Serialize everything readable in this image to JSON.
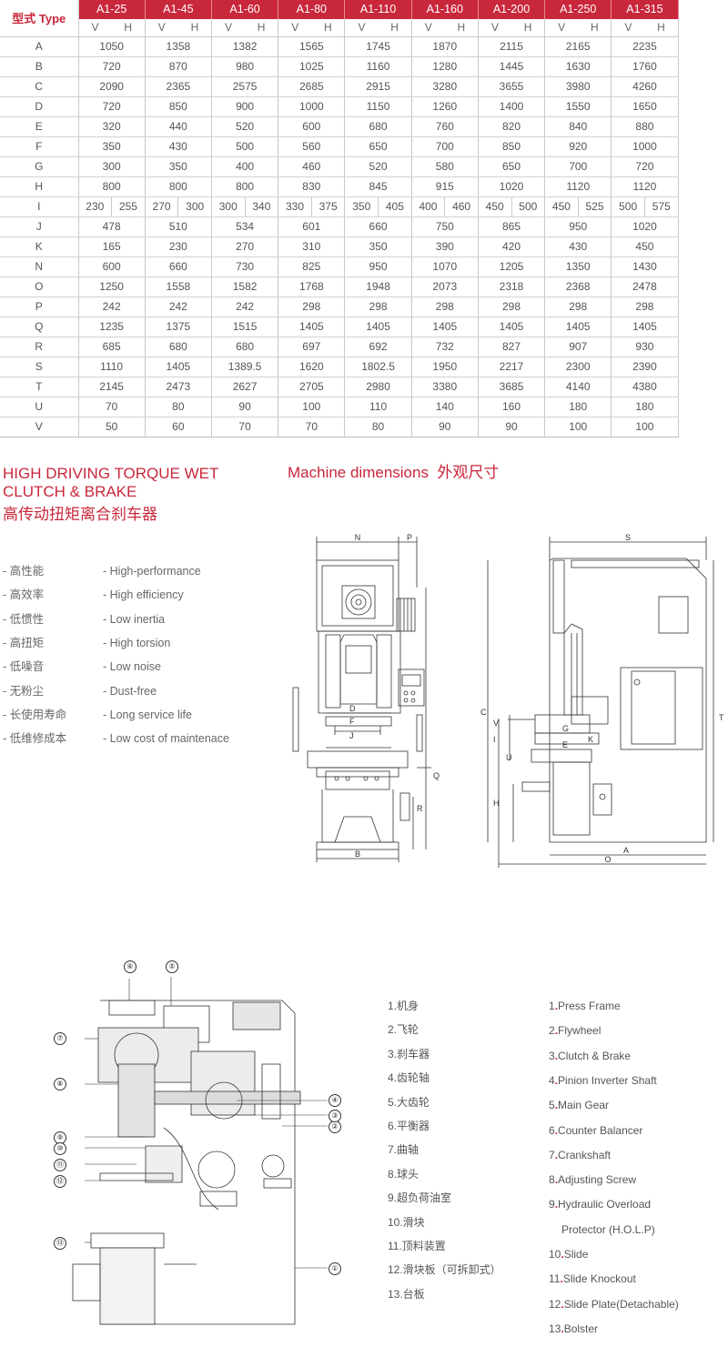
{
  "table": {
    "type_label": "型式 Type",
    "models": [
      "A1-25",
      "A1-45",
      "A1-60",
      "A1-80",
      "A1-110",
      "A1-160",
      "A1-200",
      "A1-250",
      "A1-315"
    ],
    "sub_headers": [
      "V",
      "H"
    ],
    "rows": [
      {
        "label": "A",
        "values": [
          "1050",
          "1358",
          "1382",
          "1565",
          "1745",
          "1870",
          "2115",
          "2165",
          "2235"
        ]
      },
      {
        "label": "B",
        "values": [
          "720",
          "870",
          "980",
          "1025",
          "1160",
          "1280",
          "1445",
          "1630",
          "1760"
        ]
      },
      {
        "label": "C",
        "values": [
          "2090",
          "2365",
          "2575",
          "2685",
          "2915",
          "3280",
          "3655",
          "3980",
          "4260"
        ]
      },
      {
        "label": "D",
        "values": [
          "720",
          "850",
          "900",
          "1000",
          "1150",
          "1260",
          "1400",
          "1550",
          "1650"
        ]
      },
      {
        "label": "E",
        "values": [
          "320",
          "440",
          "520",
          "600",
          "680",
          "760",
          "820",
          "840",
          "880"
        ]
      },
      {
        "label": "F",
        "values": [
          "350",
          "430",
          "500",
          "560",
          "650",
          "700",
          "850",
          "920",
          "1000"
        ]
      },
      {
        "label": "G",
        "values": [
          "300",
          "350",
          "400",
          "460",
          "520",
          "580",
          "650",
          "700",
          "720"
        ]
      },
      {
        "label": "H",
        "values": [
          "800",
          "800",
          "800",
          "830",
          "845",
          "915",
          "1020",
          "1120",
          "1120"
        ]
      },
      {
        "label": "I",
        "split": true,
        "values": [
          [
            "230",
            "255"
          ],
          [
            "270",
            "300"
          ],
          [
            "300",
            "340"
          ],
          [
            "330",
            "375"
          ],
          [
            "350",
            "405"
          ],
          [
            "400",
            "460"
          ],
          [
            "450",
            "500"
          ],
          [
            "450",
            "525"
          ],
          [
            "500",
            "575"
          ]
        ]
      },
      {
        "label": "J",
        "values": [
          "478",
          "510",
          "534",
          "601",
          "660",
          "750",
          "865",
          "950",
          "1020"
        ]
      },
      {
        "label": "K",
        "values": [
          "165",
          "230",
          "270",
          "310",
          "350",
          "390",
          "420",
          "430",
          "450"
        ]
      },
      {
        "label": "N",
        "values": [
          "600",
          "660",
          "730",
          "825",
          "950",
          "1070",
          "1205",
          "1350",
          "1430"
        ]
      },
      {
        "label": "O",
        "values": [
          "1250",
          "1558",
          "1582",
          "1768",
          "1948",
          "2073",
          "2318",
          "2368",
          "2478"
        ]
      },
      {
        "label": "P",
        "values": [
          "242",
          "242",
          "242",
          "298",
          "298",
          "298",
          "298",
          "298",
          "298"
        ]
      },
      {
        "label": "Q",
        "values": [
          "1235",
          "1375",
          "1515",
          "1405",
          "1405",
          "1405",
          "1405",
          "1405",
          "1405"
        ]
      },
      {
        "label": "R",
        "values": [
          "685",
          "680",
          "680",
          "697",
          "692",
          "732",
          "827",
          "907",
          "930"
        ]
      },
      {
        "label": "S",
        "values": [
          "1110",
          "1405",
          "1389.5",
          "1620",
          "1802.5",
          "1950",
          "2217",
          "2300",
          "2390"
        ]
      },
      {
        "label": "T",
        "values": [
          "2145",
          "2473",
          "2627",
          "2705",
          "2980",
          "3380",
          "3685",
          "4140",
          "4380"
        ]
      },
      {
        "label": "U",
        "values": [
          "70",
          "80",
          "90",
          "100",
          "110",
          "140",
          "160",
          "180",
          "180"
        ]
      },
      {
        "label": "V",
        "values": [
          "50",
          "60",
          "70",
          "70",
          "80",
          "90",
          "90",
          "100",
          "100"
        ]
      }
    ]
  },
  "clutch": {
    "title": "HIGH DRIVING TORQUE WET CLUTCH & BRAKE",
    "title_cn": "高传动扭矩离合刹车器",
    "features": [
      {
        "cn": "高性能",
        "en": "High-performance"
      },
      {
        "cn": "高效率",
        "en": "High efficiency"
      },
      {
        "cn": "低惯性",
        "en": "Low inertia"
      },
      {
        "cn": "高扭矩",
        "en": "High torsion"
      },
      {
        "cn": "低噪音",
        "en": "Low noise"
      },
      {
        "cn": "无粉尘",
        "en": "Dust-free"
      },
      {
        "cn": "长使用寿命",
        "en": "Long service life"
      },
      {
        "cn": "低维修成本",
        "en": "Low cost of maintenace"
      }
    ]
  },
  "dimensions": {
    "title": "Machine dimensions",
    "title_cn": "外观尺寸",
    "front_labels": [
      "N",
      "P",
      "D",
      "F",
      "J",
      "Q",
      "R",
      "B"
    ],
    "side_labels": [
      "S",
      "C",
      "V",
      "I",
      "U",
      "H",
      "G",
      "K",
      "E",
      "A",
      "O",
      "T"
    ]
  },
  "parts": {
    "cn": [
      "1.机身",
      "2.飞轮",
      "3.刹车器",
      "4.齿轮轴",
      "5.大齿轮",
      "6.平衡器",
      "7.曲轴",
      "8.球头",
      "9.超负荷油室",
      "10.滑块",
      "11.顶料装置",
      "12.滑块板（可拆卸式）",
      "13.台板"
    ],
    "en": [
      {
        "num": "1",
        "text": "Press Frame"
      },
      {
        "num": "2",
        "text": "Flywheel"
      },
      {
        "num": "3",
        "text": "Clutch & Brake"
      },
      {
        "num": "4",
        "text": "Pinion Inverter Shaft"
      },
      {
        "num": "5",
        "text": "Main Gear"
      },
      {
        "num": "6",
        "text": "Counter Balancer"
      },
      {
        "num": "7",
        "text": "Crankshaft"
      },
      {
        "num": "8",
        "text": "Adjusting Screw"
      },
      {
        "num": "9",
        "text": "Hydraulic Overload"
      },
      {
        "num": "",
        "text": "Protector (H.O.L.P)"
      },
      {
        "num": "10",
        "text": "Slide"
      },
      {
        "num": "11",
        "text": "Slide Knockout"
      },
      {
        "num": "12",
        "text": "Slide Plate(Detachable)"
      },
      {
        "num": "13",
        "text": "Bolster"
      }
    ],
    "callouts": [
      "①",
      "②",
      "③",
      "④",
      "⑤",
      "⑥",
      "⑦",
      "⑧",
      "⑨",
      "⑩",
      "⑪",
      "⑫",
      "⑬"
    ]
  }
}
